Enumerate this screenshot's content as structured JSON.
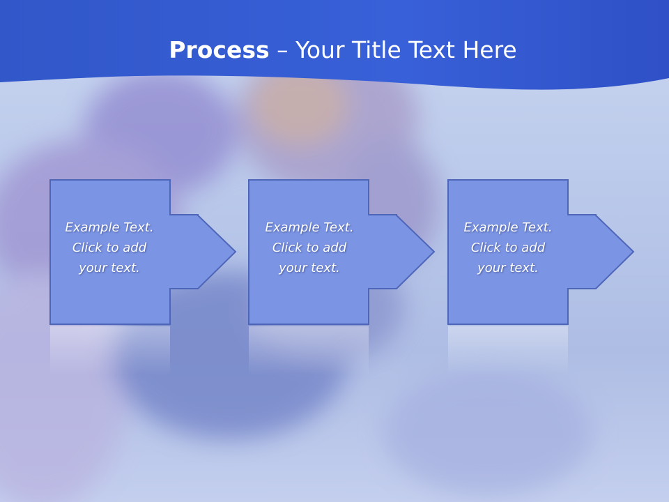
{
  "title": {
    "bold": "Process",
    "rest": " – Your Title Text Here"
  },
  "colors": {
    "banner_top": "#2f54c8",
    "banner_bottom": "#3b66de",
    "box_fill": "#7b94e4",
    "box_border": "#4e66b8"
  },
  "steps": [
    {
      "line1": "Example Text.",
      "line2": "Click  to add",
      "line3": "your text."
    },
    {
      "line1": "Example Text.",
      "line2": "Click  to add",
      "line3": "your text."
    },
    {
      "line1": "Example Text.",
      "line2": "Click  to add",
      "line3": "your text."
    }
  ]
}
